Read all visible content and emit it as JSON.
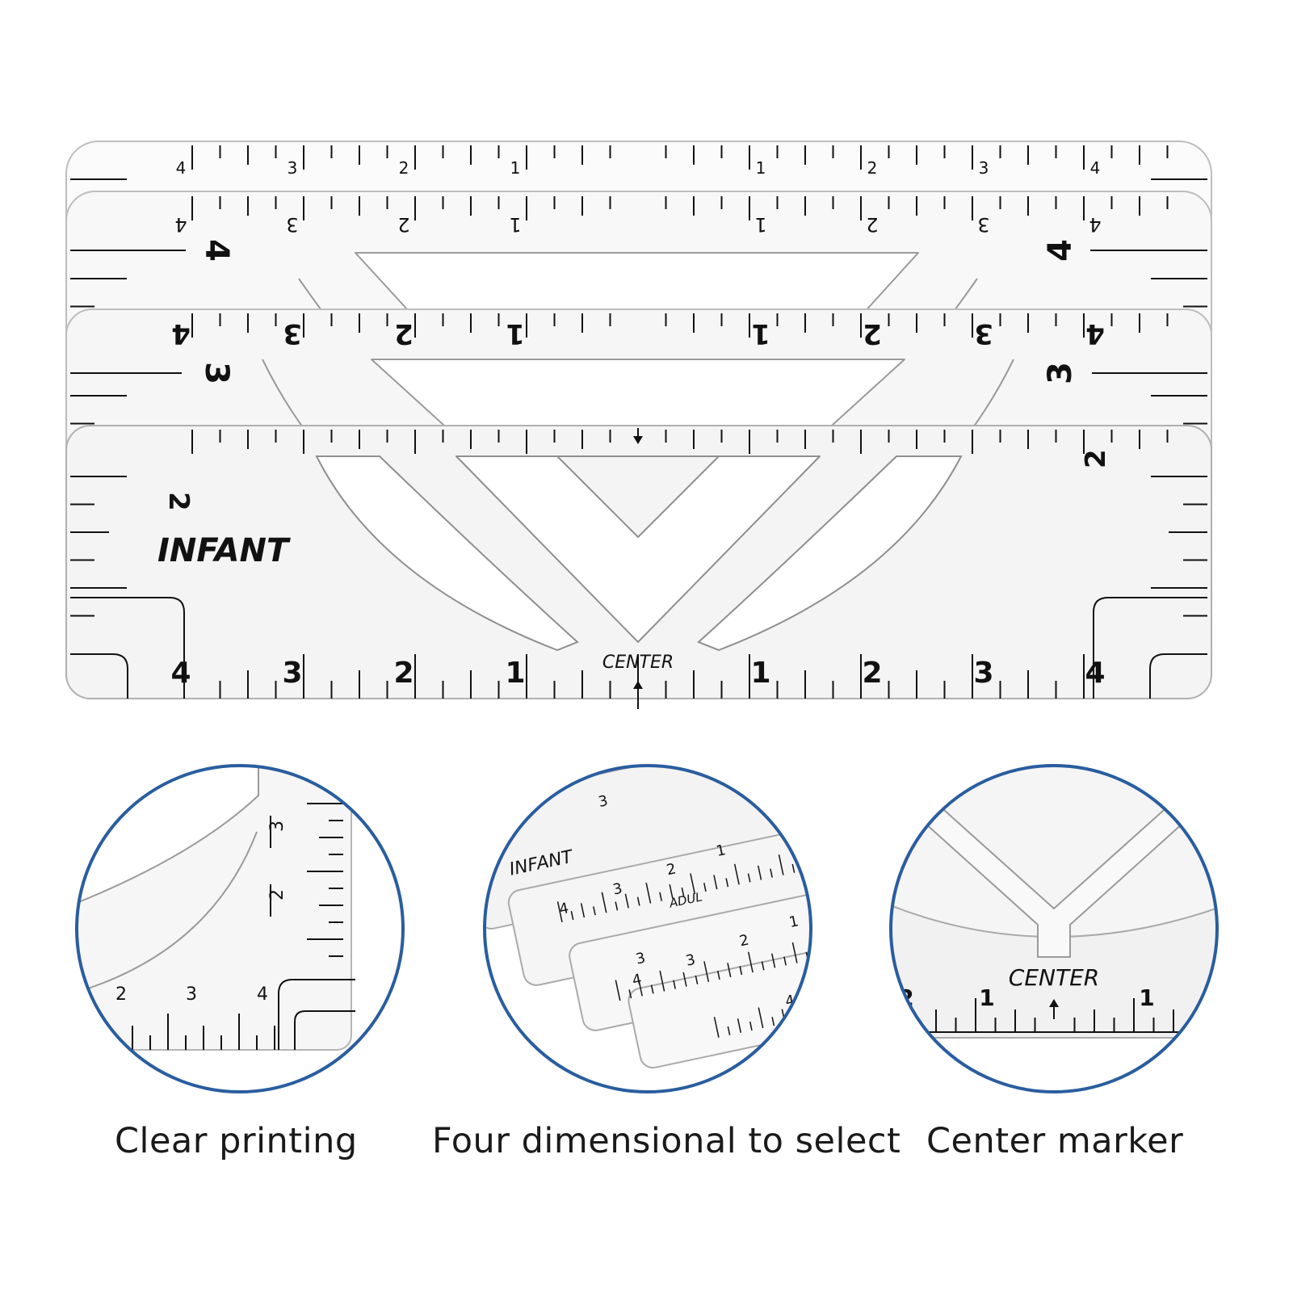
{
  "product": {
    "size_label": "INFANT",
    "center_label": "CENTER",
    "ruler_top_numbers": [
      "4",
      "3",
      "2",
      "1",
      "1",
      "2",
      "3",
      "4"
    ],
    "ruler_bottom_numbers": [
      "4",
      "3",
      "2",
      "1",
      "1",
      "2",
      "3",
      "4"
    ],
    "side_numbers": [
      "4",
      "3",
      "2"
    ]
  },
  "detail_circles": [
    {
      "caption": "Clear printing",
      "numbers_vertical": [
        "3",
        "2"
      ],
      "numbers_horizontal": [
        "2",
        "3",
        "4"
      ]
    },
    {
      "caption": "Four dimensional to select",
      "labels": [
        "INFANT",
        "ADUL"
      ],
      "numbers": [
        "3",
        "4",
        "3",
        "2",
        "1",
        "3",
        "4",
        "3",
        "2",
        "1",
        "4"
      ]
    },
    {
      "caption": "Center marker",
      "center_label": "CENTER",
      "numbers": [
        "2",
        "1",
        "1"
      ]
    }
  ],
  "colors": {
    "circle_border": "#2a5d9f",
    "ruler_line": "#111111",
    "ruler_edge": "#b5b5b5",
    "background": "#ffffff"
  }
}
